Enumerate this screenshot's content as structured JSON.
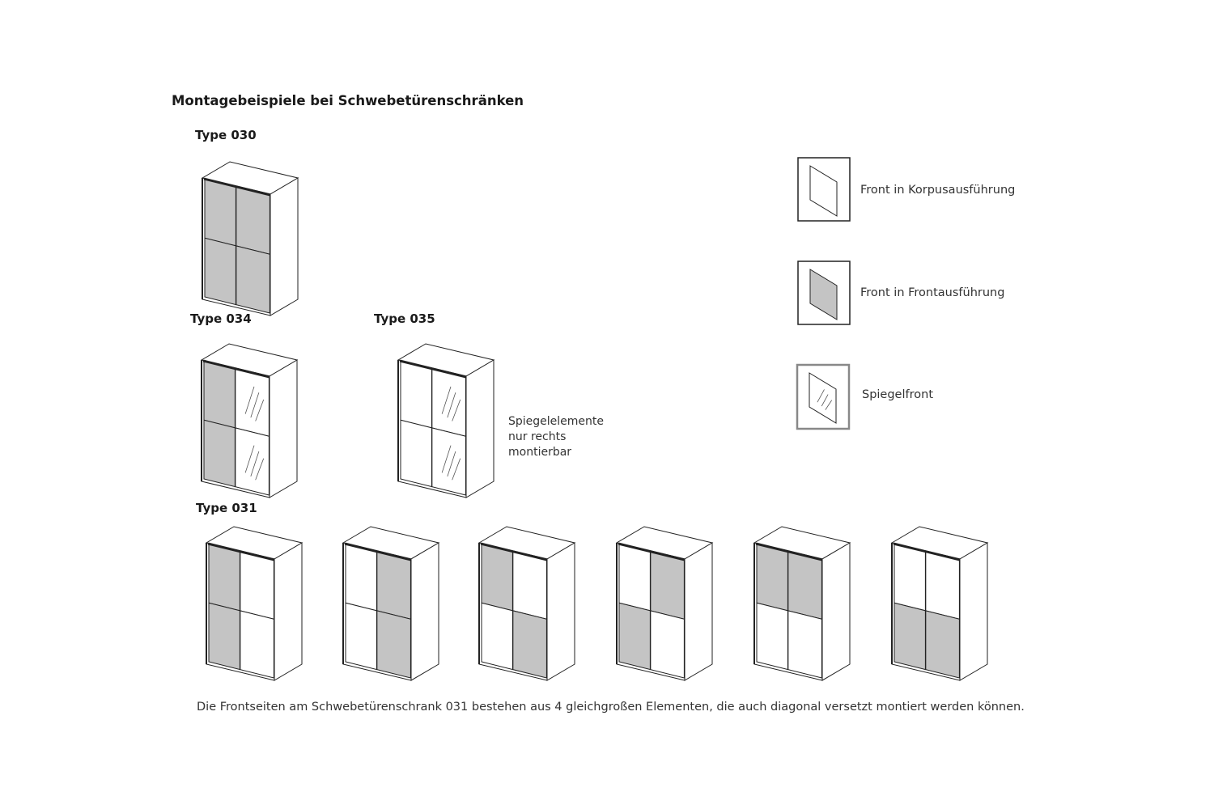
{
  "title": "Montagebeispiele bei Schwebetürenschränken",
  "types": {
    "t030": "Type 030",
    "t034": "Type 034",
    "t035": "Type 035",
    "t031": "Type 031"
  },
  "note": {
    "line1": "Spiegelelemente",
    "line2": "nur rechts",
    "line3": "montierbar"
  },
  "legend": {
    "korpus": "Front in Korpusausführung",
    "front": "Front in Frontausführung",
    "spiegel": "Spiegelfront"
  },
  "caption": "Die Frontseiten am Schwebetürenschrank 031 bestehen aus 4 gleichgroßen Elementen, die auch diagonal versetzt montiert werden können.",
  "colors": {
    "front_fill": "#c4c4c4",
    "korpus_fill": "#ffffff",
    "line": "#222222",
    "mirror_border": "#888888"
  },
  "wardrobes": [
    {
      "id": "type-030",
      "panels": [
        "F",
        "F",
        "F",
        "F"
      ]
    },
    {
      "id": "type-034",
      "panels": [
        "F",
        "M",
        "F",
        "M"
      ]
    },
    {
      "id": "type-035",
      "panels": [
        "K",
        "M",
        "K",
        "M"
      ]
    },
    {
      "id": "type-031-a",
      "panels": [
        "F",
        "K",
        "F",
        "K"
      ]
    },
    {
      "id": "type-031-b",
      "panels": [
        "K",
        "F",
        "K",
        "F"
      ]
    },
    {
      "id": "type-031-c",
      "panels": [
        "F",
        "K",
        "K",
        "F"
      ]
    },
    {
      "id": "type-031-d",
      "panels": [
        "K",
        "F",
        "F",
        "K"
      ]
    },
    {
      "id": "type-031-e",
      "panels": [
        "F",
        "F",
        "K",
        "K"
      ]
    },
    {
      "id": "type-031-f",
      "panels": [
        "K",
        "K",
        "F",
        "F"
      ]
    }
  ],
  "legend_panels": [
    "K",
    "F",
    "M"
  ]
}
